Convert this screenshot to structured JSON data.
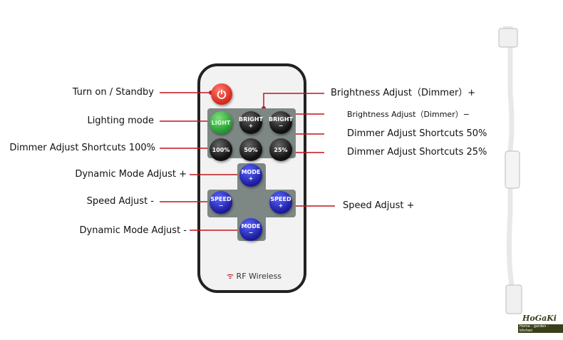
{
  "labels_left": [
    "Turn on / Standby",
    "Lighting mode",
    "Dimmer Adjust Shortcuts 100%",
    "Dynamic Mode Adjust +",
    "Speed Adjust -",
    "Dynamic Mode Adjust -"
  ],
  "labels_right": [
    "Brightness Adjust（Dimmer）+",
    "Brightness Adjust（Dimmer）−",
    "Dimmer Adjust Shortcuts 50%",
    "Dimmer Adjust Shortcuts 25%",
    "Speed Adjust +"
  ],
  "buttons": {
    "light": "LIGHT",
    "bright": "BRIGHT",
    "plus": "+",
    "minus": "−",
    "p100": "100%",
    "p50": "50%",
    "p25": "25%",
    "mode": "MODE",
    "speed": "SPEED"
  },
  "remote_label": "RF Wireless",
  "logo": {
    "name": "HoGaKi",
    "tagline": "Home - garden - kitchen"
  },
  "colors": {
    "line": "#c0141c",
    "power": "#d7261b"
  }
}
